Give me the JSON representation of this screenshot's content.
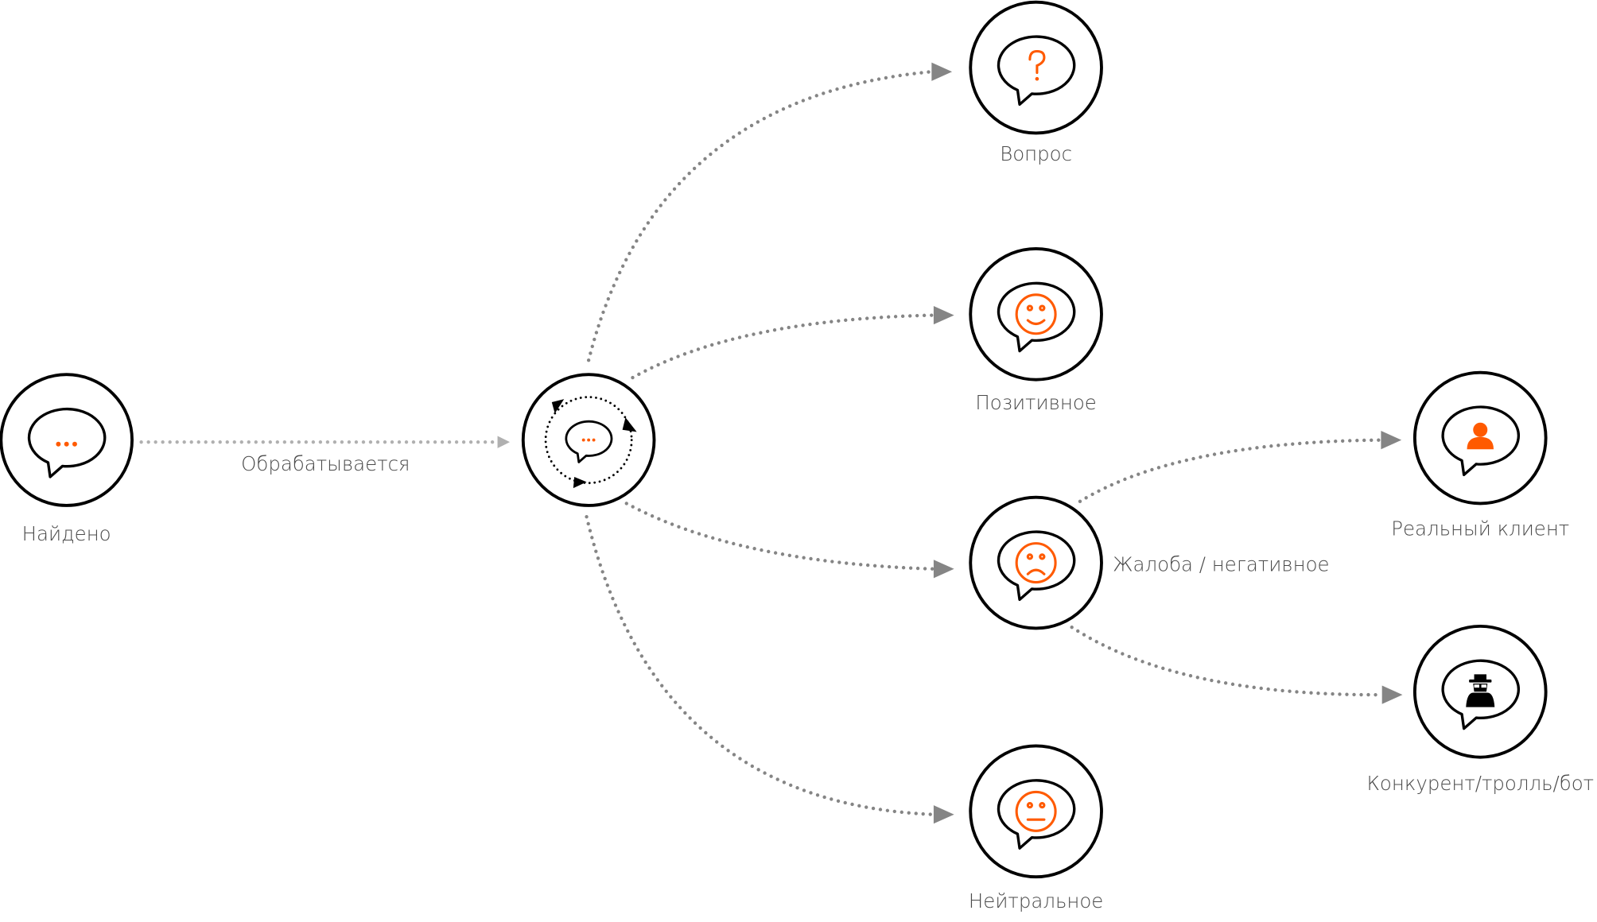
{
  "colors": {
    "accent": "#ff5a00",
    "arrow": "#858585",
    "arrow_light": "#b0b0b0",
    "outline": "#000000"
  },
  "nodes": {
    "found": {
      "label": "Найдено",
      "icon": "chat-ellipsis-icon"
    },
    "processing": {
      "icon": "chat-refresh-icon"
    },
    "question": {
      "label": "Вопрос",
      "icon": "chat-question-icon"
    },
    "positive": {
      "label": "Позитивное",
      "icon": "chat-smile-icon"
    },
    "complaint": {
      "label": "Жалоба / негативное",
      "icon": "chat-frown-icon"
    },
    "neutral": {
      "label": "Нейтральное",
      "icon": "chat-neutral-face-icon"
    },
    "real_client": {
      "label": "Реальный клиент",
      "icon": "chat-user-icon"
    },
    "competitor": {
      "label": "Конкурент/тролль/бот",
      "icon": "chat-spy-icon"
    }
  },
  "edges": {
    "processing_label": "Обрабатывается"
  }
}
